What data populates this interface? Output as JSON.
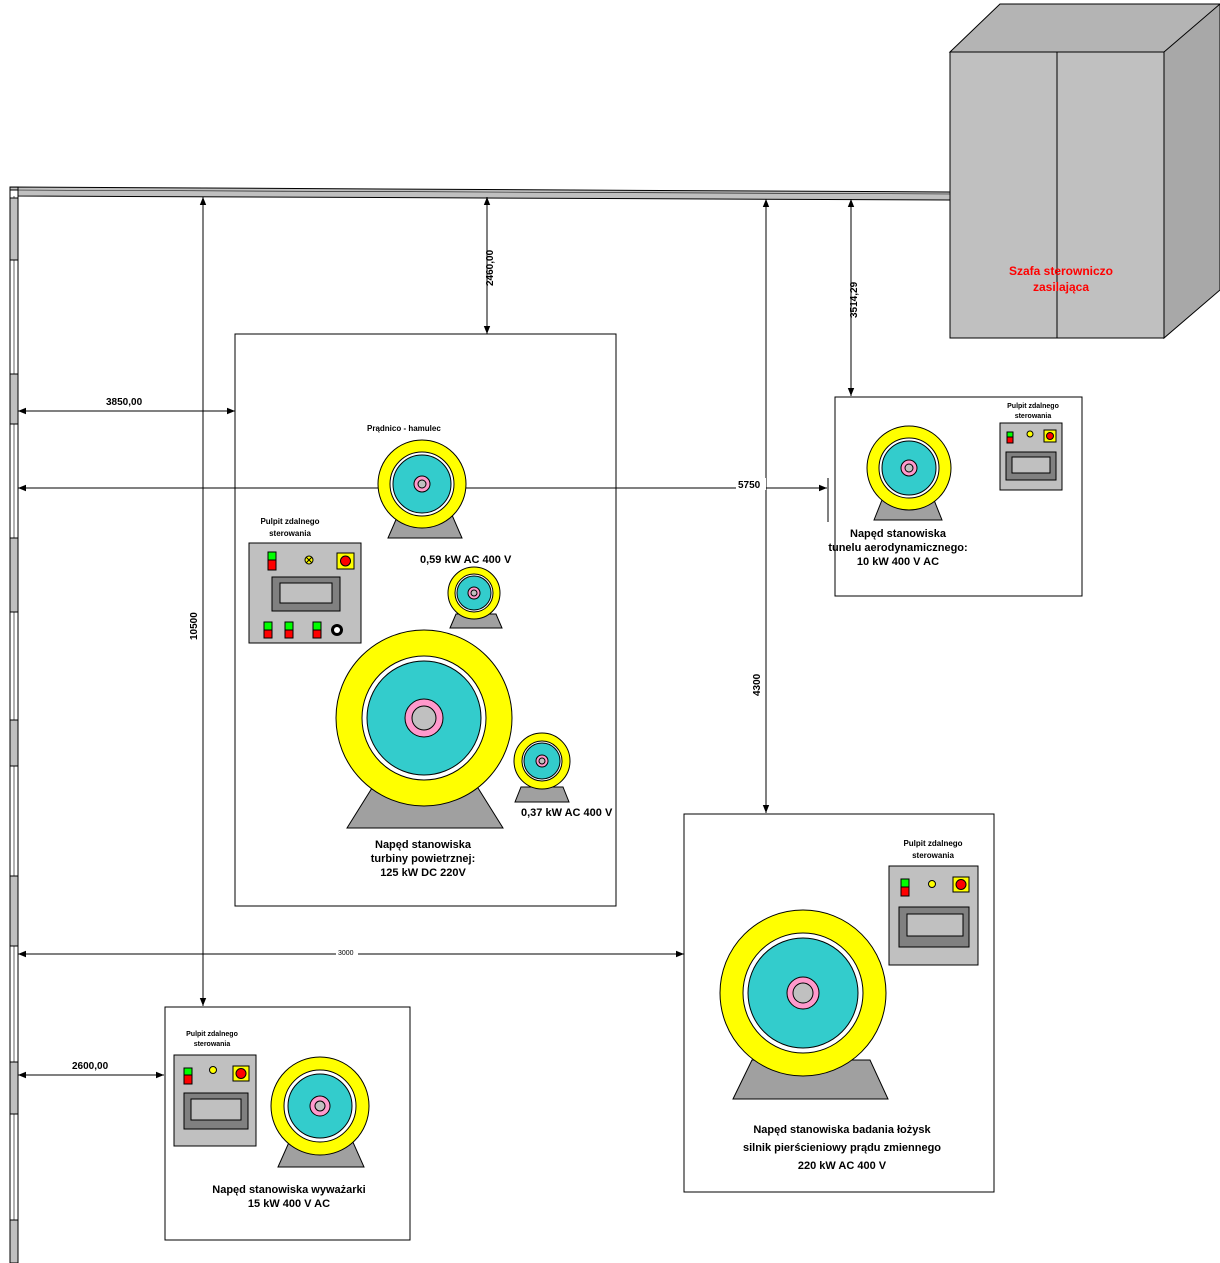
{
  "cabinet": {
    "line1": "Szafa sterowniczo",
    "line2": "zasilająca"
  },
  "dimensions": {
    "d2460": "2460,00",
    "d3514": "3514,29",
    "d3850": "3850,00",
    "d5750": "5750",
    "d10500": "10500",
    "d4300": "4300",
    "d3000": "3000",
    "d2600": "2600,00"
  },
  "stations": {
    "turbine": {
      "pradnico": "Prądnico  - hamulec",
      "panel_line1": "Pulpit  zdalnego",
      "panel_line2": "sterowania",
      "motor_small_a": "0,59 kW AC 400 V",
      "motor_small_b": "0,37 kW AC 400 V",
      "label_line1": "Napęd stanowiska",
      "label_line2": "turbiny powietrznej:",
      "label_line3": "125 kW DC 220V"
    },
    "tunnel": {
      "panel_line1": "Pulpit zdalnego",
      "panel_line2": "sterowania",
      "label_line1": "Napęd stanowiska",
      "label_line2": "tunelu aerodynamicznego:",
      "label_line3": "10 kW 400 V AC"
    },
    "bearing": {
      "panel_line1": "Pulpit zdalnego",
      "panel_line2": "sterowania",
      "label_line1": "Napęd stanowiska badania łożysk",
      "label_line2": "silnik pierścieniowy prądu zmiennego",
      "label_line3": "220 kW AC 400 V"
    },
    "balancer": {
      "panel_line1": "Pulpit zdalnego",
      "panel_line2": "sterowania",
      "label_line1": "Napęd stanowiska wyważarki",
      "label_line2": "15 kW  400 V AC"
    }
  },
  "colors": {
    "cabinet": "#c0c0c0",
    "motor_ring": "#ffff00",
    "motor_core": "#33cccc",
    "motor_hub": "#ff99cc",
    "motor_base": "#a0a0a0",
    "label_red": "#ff0000"
  }
}
